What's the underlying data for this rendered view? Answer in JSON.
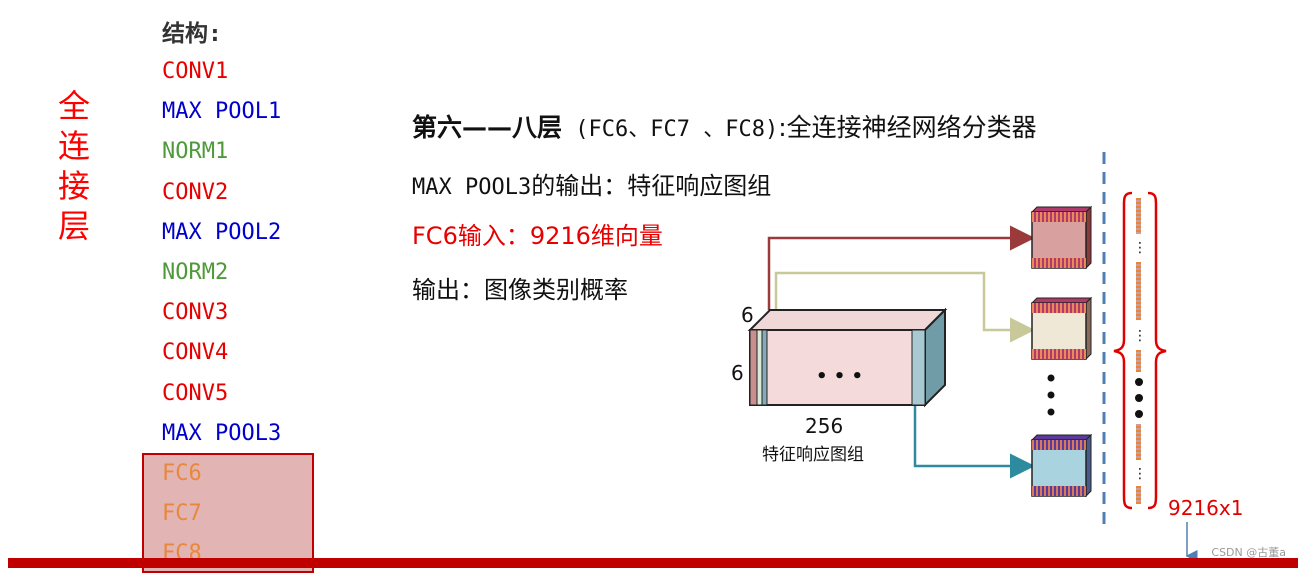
{
  "side_title": "全\n连\n接\n层",
  "structure_label": "结构:",
  "layers": [
    {
      "label": "CONV1",
      "color": "#e60000"
    },
    {
      "label": "MAX POOL1",
      "color": "#0000cc"
    },
    {
      "label": "NORM1",
      "color": "#4e9a3a"
    },
    {
      "label": "CONV2",
      "color": "#e60000"
    },
    {
      "label": "MAX POOL2",
      "color": "#0000cc"
    },
    {
      "label": "NORM2",
      "color": "#4e9a3a"
    },
    {
      "label": "CONV3",
      "color": "#e60000"
    },
    {
      "label": "CONV4",
      "color": "#e60000"
    },
    {
      "label": "CONV5",
      "color": "#e60000"
    },
    {
      "label": "MAX POOL3",
      "color": "#0000cc"
    },
    {
      "label": "FC6",
      "color": "#e8883c"
    },
    {
      "label": "FC7",
      "color": "#e8883c"
    },
    {
      "label": "FC8",
      "color": "#e8883c"
    }
  ],
  "heading": {
    "bold_part": "第六——八层",
    "mono_part": " (FC6、FC7 、FC8)",
    "rest": ":全连接神经网络分类器"
  },
  "lines": {
    "output_prefix": "MAX POOL3",
    "output_rest": "的输出：特征响应图组",
    "fc6_input": "FC6输入：9216维向量",
    "output": "输出：图像类别概率"
  },
  "diagram": {
    "dim_top": "6",
    "dim_side": "6",
    "depth": "256",
    "caption": "特征响应图组",
    "ellipsis": "• • •",
    "vector_size": "9216x1"
  },
  "watermark": "CSDN @古董a",
  "colors": {
    "red": "#ff0000",
    "dark_red": "#c00000",
    "arrow1": "#9b3a3a",
    "arrow2": "#c8c89a",
    "arrow3": "#2e8a9e",
    "dashed_line": "#4f7fb5"
  }
}
